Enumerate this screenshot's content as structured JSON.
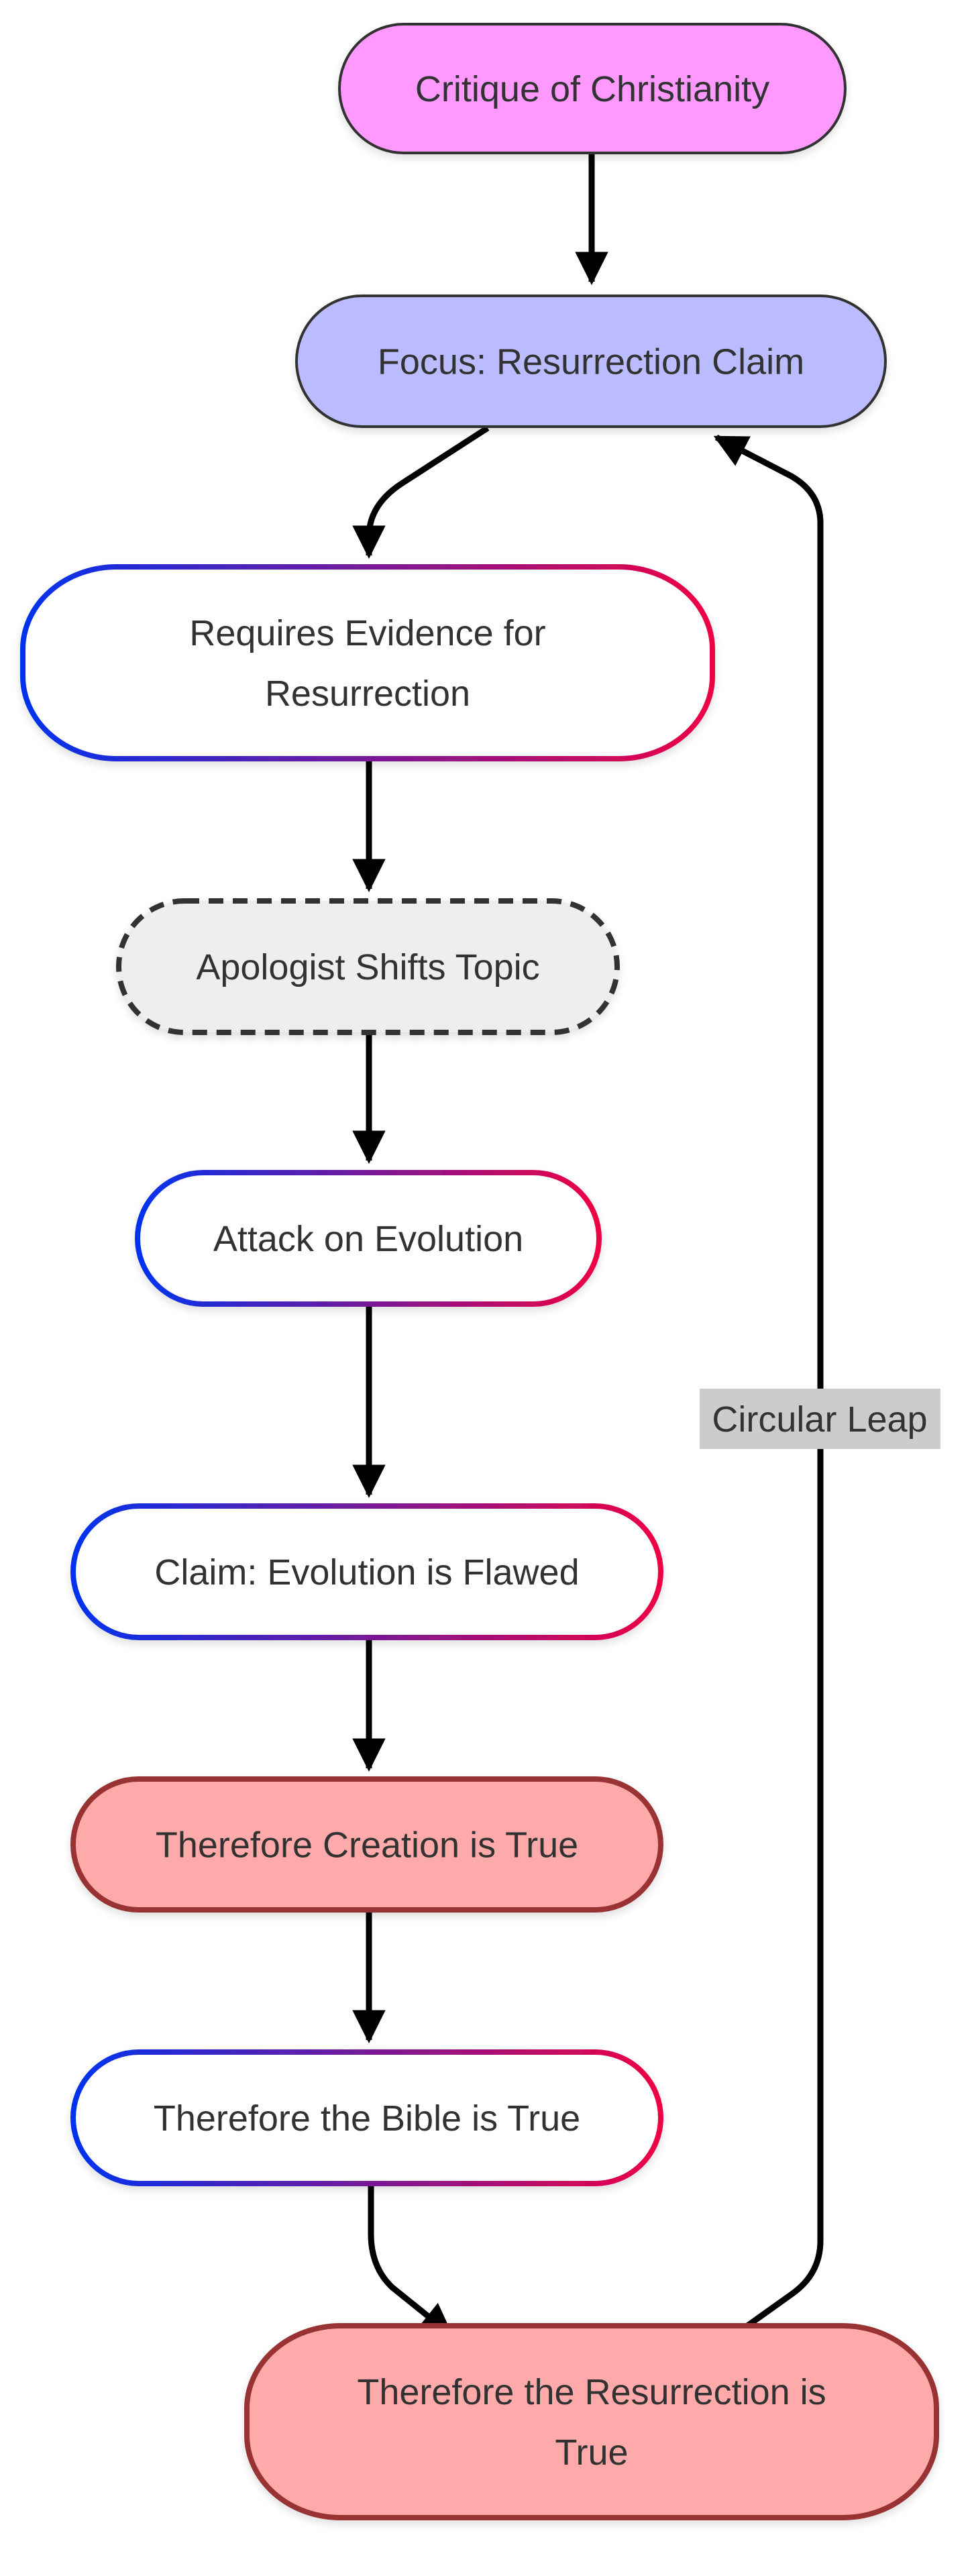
{
  "diagram": {
    "type": "flowchart",
    "direction": "top-to-bottom",
    "nodes": [
      {
        "id": "n1",
        "lines": [
          "Critique of Christianity"
        ],
        "style": "pink"
      },
      {
        "id": "n2",
        "lines": [
          "Focus: Resurrection Claim"
        ],
        "style": "lavender"
      },
      {
        "id": "n3",
        "lines": [
          "Requires Evidence for",
          "Resurrection"
        ],
        "style": "gradient"
      },
      {
        "id": "n4",
        "lines": [
          "Apologist Shifts Topic"
        ],
        "style": "dashed"
      },
      {
        "id": "n5",
        "lines": [
          "Attack on Evolution"
        ],
        "style": "gradient"
      },
      {
        "id": "n6",
        "lines": [
          "Claim: Evolution is Flawed"
        ],
        "style": "gradient"
      },
      {
        "id": "n7",
        "lines": [
          "Therefore Creation is True"
        ],
        "style": "red"
      },
      {
        "id": "n8",
        "lines": [
          "Therefore the Bible is True"
        ],
        "style": "gradient"
      },
      {
        "id": "n9",
        "lines": [
          "Therefore the Resurrection is",
          "True"
        ],
        "style": "red"
      }
    ],
    "edges": [
      {
        "from": "n1",
        "to": "n2",
        "label": ""
      },
      {
        "from": "n2",
        "to": "n3",
        "label": ""
      },
      {
        "from": "n3",
        "to": "n4",
        "label": ""
      },
      {
        "from": "n4",
        "to": "n5",
        "label": ""
      },
      {
        "from": "n5",
        "to": "n6",
        "label": ""
      },
      {
        "from": "n6",
        "to": "n7",
        "label": ""
      },
      {
        "from": "n7",
        "to": "n8",
        "label": ""
      },
      {
        "from": "n8",
        "to": "n9",
        "label": ""
      },
      {
        "from": "n9",
        "to": "n2",
        "label": "Circular Leap"
      }
    ],
    "styles": {
      "pink": {
        "fill": "#ff99ff",
        "stroke": "#333333"
      },
      "lavender": {
        "fill": "#bbbbff",
        "stroke": "#333333"
      },
      "gradient": {
        "fill": "#ffffff",
        "stroke_start": "#0033ee",
        "stroke_end": "#ee0044"
      },
      "dashed": {
        "fill": "#eeeeee",
        "stroke": "#333333"
      },
      "red": {
        "fill": "#ffaaaa",
        "stroke": "#993333"
      }
    },
    "edge_color": "#000000",
    "edge_label_background": "#cccccc"
  }
}
